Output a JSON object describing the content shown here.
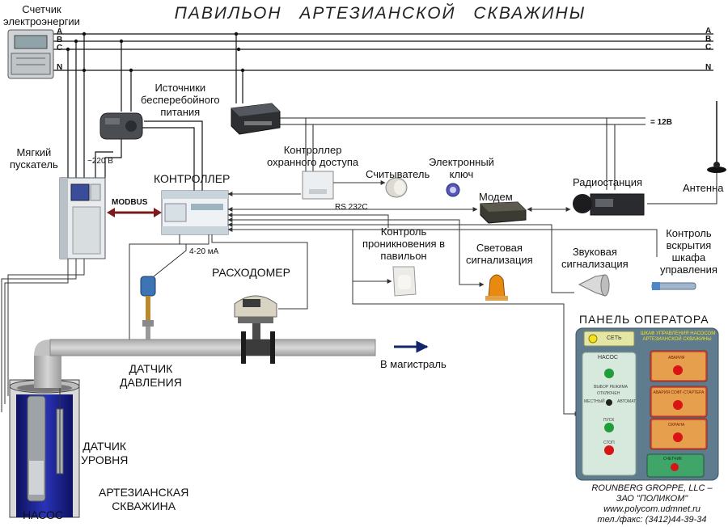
{
  "title": "ПАВИЛЬОН   АРТЕЗИАНСКОЙ   СКВАЖИНЫ",
  "bus": {
    "a": "A",
    "b": "B",
    "c": "C",
    "n": "N",
    "dc": "= 12В"
  },
  "labels": {
    "meter": [
      "Счетчик",
      "электроэнергии"
    ],
    "ups": [
      "Источники",
      "бесперебойного",
      "питания"
    ],
    "soft_starter": [
      "Мягкий",
      "пускатель"
    ],
    "v220": "~220 В",
    "modbus": "MODBUS",
    "controller": "КОНТРОЛЛЕР",
    "access_controller": [
      "Контроллер",
      "охранного доступа"
    ],
    "reader": "Считыватель",
    "ekey": [
      "Электронный",
      "ключ"
    ],
    "modem": "Модем",
    "radio": "Радиостанция",
    "antenna": "Антенна",
    "rs232": "RS  232C",
    "ma": "4-20 мА",
    "intrusion": [
      "Контроль",
      "проникновения в",
      "павильон"
    ],
    "light": [
      "Световая",
      "сигнализация"
    ],
    "sound": [
      "Звуковая",
      "сигнализация"
    ],
    "cabinet": [
      "Контроль",
      "вскрытия",
      "шкафа",
      "управления"
    ],
    "flowmeter": "РАСХОДОМЕР",
    "mains": "В магистраль",
    "pressure": [
      "ДАТЧИК",
      "ДАВЛЕНИЯ"
    ],
    "level": [
      "ДАТЧИК",
      "УРОВНЯ"
    ],
    "well": [
      "АРТЕЗИАНСКАЯ",
      "СКВАЖИНА"
    ],
    "pump": "НАСОС",
    "operator_panel": "ПАНЕЛЬ  ОПЕРАТОРА"
  },
  "panel": {
    "net": "СЕТЬ",
    "header": [
      "ШКАФ УПРАВЛЕНИЯ НАСОСОМ",
      "АРТЕЗИАНСКОЙ СКВАЖИНЫ"
    ],
    "pump": "НАСОС",
    "mode": "ВЫБОР РЕЖИМА",
    "off": "ОТКЛЮЧЕН",
    "local": "МЕСТНЫЙ",
    "auto": "АВТОМАТ",
    "start": "ПУСК",
    "stop": "СТОП",
    "alarm": "АВАРИЯ",
    "alarm_soft": "АВАРИЯ СОФТ-СТАРТЕРА",
    "guard": "ОХРАНА",
    "counter": "СЧЕТЧИК"
  },
  "footer": [
    "ROUNBERG GROPPE, LLC –",
    "ЗАО \"ПОЛИКОМ\"",
    "www.polycom.udmnet.ru",
    "тел./факс: (3412)44-39-34"
  ],
  "colors": {
    "panel_bg": "#5f7b8e",
    "pipe": "#b8b8b8",
    "well_water": "#1a1f8c",
    "modbus_arrow": "#7a1a1a",
    "led_red": "#d91414",
    "led_green": "#1f9d3a",
    "led_yellow": "#f4e21a"
  }
}
